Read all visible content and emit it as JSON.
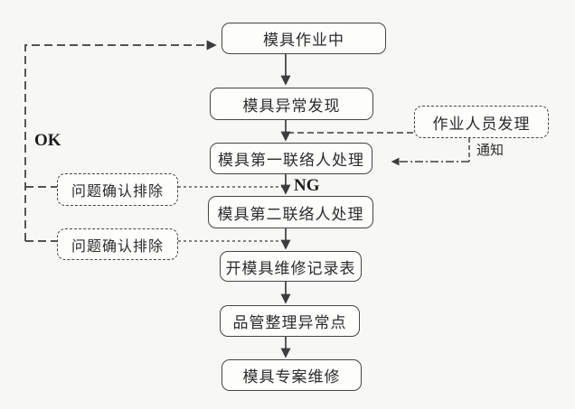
{
  "flowchart": {
    "description": "mold-abnormality-handling-flowchart",
    "nodes": [
      {
        "id": "working",
        "label": "模具作业中",
        "style": "solid"
      },
      {
        "id": "found",
        "label": "模具异常发现",
        "style": "solid"
      },
      {
        "id": "contact1",
        "label": "模具第一联络人处理",
        "style": "solid"
      },
      {
        "id": "contact2",
        "label": "模具第二联络人处理",
        "style": "solid"
      },
      {
        "id": "repair-record",
        "label": "开模具维修记录表",
        "style": "solid"
      },
      {
        "id": "qc-organize",
        "label": "品管整理异常点",
        "style": "solid"
      },
      {
        "id": "special-repair",
        "label": "模具专案维修",
        "style": "solid"
      },
      {
        "id": "resolved1",
        "label": "问题确认排除",
        "style": "dashed"
      },
      {
        "id": "resolved2",
        "label": "问题确认排除",
        "style": "dashed"
      },
      {
        "id": "operator",
        "label": "作业人员发理",
        "style": "dashed"
      }
    ],
    "edge_labels": {
      "ok": "OK",
      "ng": "NG",
      "notify": "通知"
    },
    "colors": {
      "background": "#f7f7f5",
      "box_fill": "#fdfdfc",
      "line_ink": "#3d3d3d",
      "text_ink": "#2b2b2b"
    }
  }
}
